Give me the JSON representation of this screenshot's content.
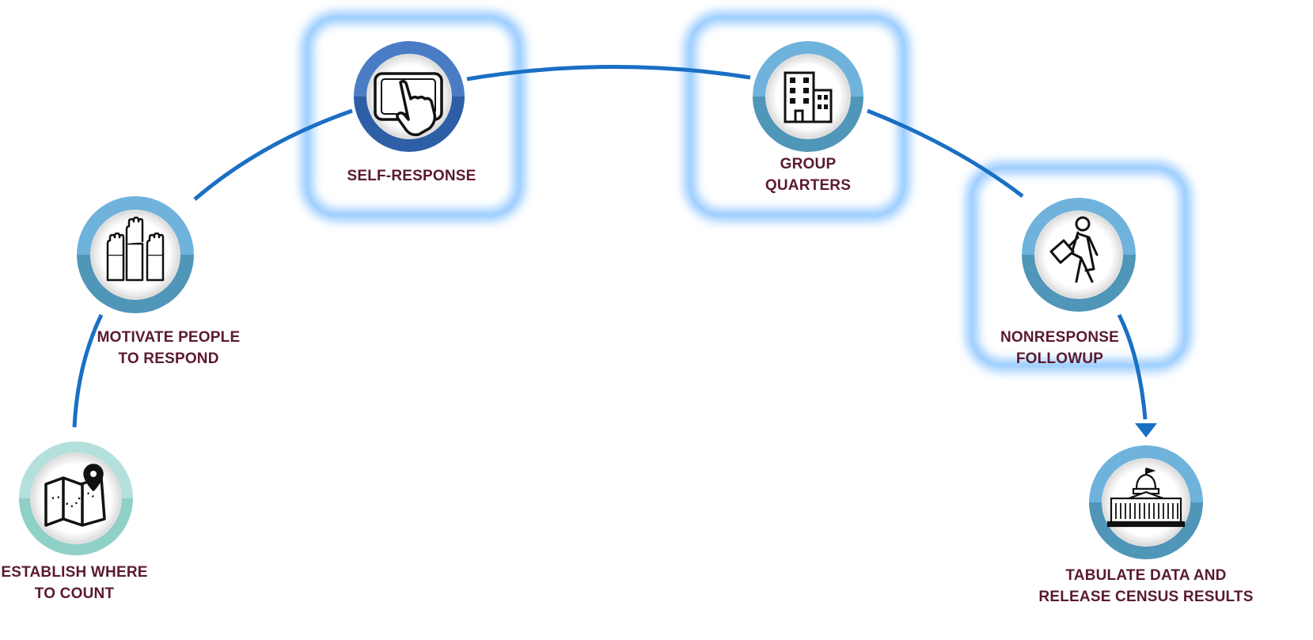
{
  "diagram": {
    "steps": [
      {
        "label_lines": [
          "ESTABLISH WHERE",
          "TO COUNT"
        ],
        "icon": "map-pin-icon",
        "highlighted": false
      },
      {
        "label_lines": [
          "MOTIVATE PEOPLE",
          "TO RESPOND"
        ],
        "icon": "raised-hands-icon",
        "highlighted": false
      },
      {
        "label_lines": [
          "SELF-RESPONSE"
        ],
        "icon": "touchscreen-tablet-icon",
        "highlighted": true
      },
      {
        "label_lines": [
          "GROUP",
          "QUARTERS"
        ],
        "icon": "buildings-icon",
        "highlighted": true
      },
      {
        "label_lines": [
          "NONRESPONSE",
          "FOLLOWUP"
        ],
        "icon": "walking-person-icon",
        "highlighted": true
      },
      {
        "label_lines": [
          "TABULATE DATA AND",
          "RELEASE CENSUS RESULTS"
        ],
        "icon": "capitol-building-icon",
        "highlighted": false
      }
    ],
    "colors": {
      "path": "#1a6fc4",
      "label": "#5a1a2e",
      "ring_light_top": "#6fb3dc",
      "ring_light_bottom": "#4f96b8",
      "ring_dark_top": "#4a7cc6",
      "ring_dark_bottom": "#2e5fa6",
      "ring_teal_top": "#b4e0dc",
      "ring_teal_bottom": "#8fd0c7",
      "highlight_glow": "#4aa3ff"
    }
  }
}
